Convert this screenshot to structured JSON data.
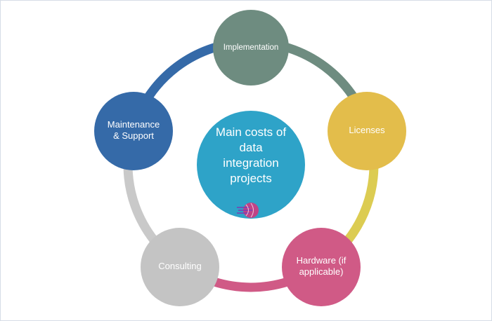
{
  "diagram": {
    "center": {
      "lines": [
        "Main costs of",
        "data",
        "integration",
        "projects"
      ],
      "color": "#2ea3c8"
    },
    "nodes": [
      {
        "id": "implementation",
        "lines": [
          "Implementation"
        ],
        "color": "#6e8c80"
      },
      {
        "id": "licenses",
        "lines": [
          "Licenses"
        ],
        "color": "#e3bd4b"
      },
      {
        "id": "hardware",
        "lines": [
          "Hardware (if",
          "applicable)"
        ],
        "color": "#d05a86"
      },
      {
        "id": "consulting",
        "lines": [
          "Consulting"
        ],
        "color": "#c4c4c4"
      },
      {
        "id": "maintenance",
        "lines": [
          "Maintenance",
          "& Support"
        ],
        "color": "#356aa8"
      }
    ],
    "connectors": [
      {
        "id": "implementation-to-licenses",
        "color": "#6e8c80"
      },
      {
        "id": "licenses-to-hardware",
        "color": "#dccc52"
      },
      {
        "id": "hardware-to-consulting",
        "color": "#d05a86"
      },
      {
        "id": "consulting-to-maintenance",
        "color": "#c9c9c9"
      },
      {
        "id": "maintenance-to-implementation",
        "color": "#356aa8"
      }
    ],
    "logo_color": "#d9337a"
  }
}
